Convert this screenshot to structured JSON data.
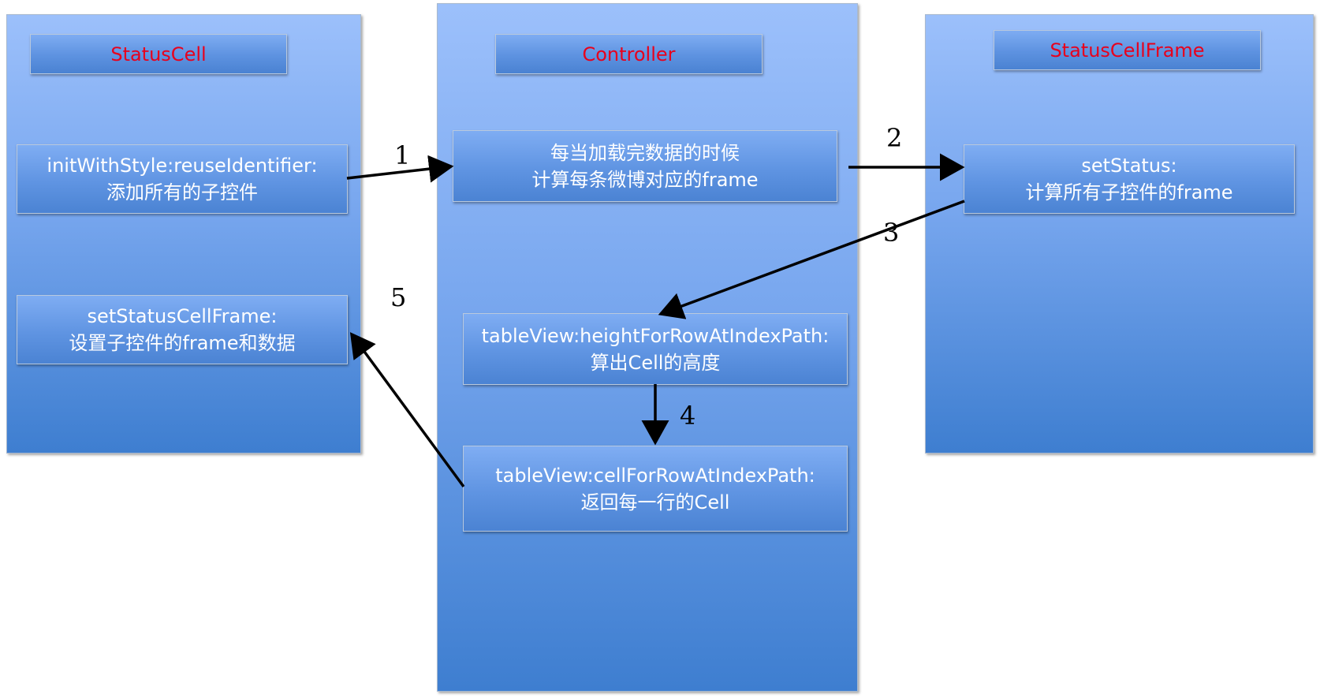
{
  "columns": {
    "status_cell": {
      "title": "StatusCell"
    },
    "controller": {
      "title": "Controller"
    },
    "status_cell_frame": {
      "title": "StatusCellFrame"
    }
  },
  "nodes": {
    "init_with_style": {
      "line1": "initWithStyle:reuseIdentifier:",
      "line2": "添加所有的子控件"
    },
    "set_status_cell_frame": {
      "line1": "setStatusCellFrame:",
      "line2": "设置子控件的frame和数据"
    },
    "load_data": {
      "line1": "每当加载完数据的时候",
      "line2": "计算每条微博对应的frame"
    },
    "height_for_row": {
      "line1": "tableView:heightForRowAtIndexPath:",
      "line2": "算出Cell的高度"
    },
    "cell_for_row": {
      "line1": "tableView:cellForRowAtIndexPath:",
      "line2": "返回每一行的Cell"
    },
    "set_status": {
      "line1": "setStatus:",
      "line2": "计算所有子控件的frame"
    }
  },
  "steps": [
    "1",
    "2",
    "3",
    "4",
    "5"
  ],
  "colors": {
    "title_text": "#e8001c",
    "node_text": "#ffffff",
    "arrow": "#000000"
  }
}
